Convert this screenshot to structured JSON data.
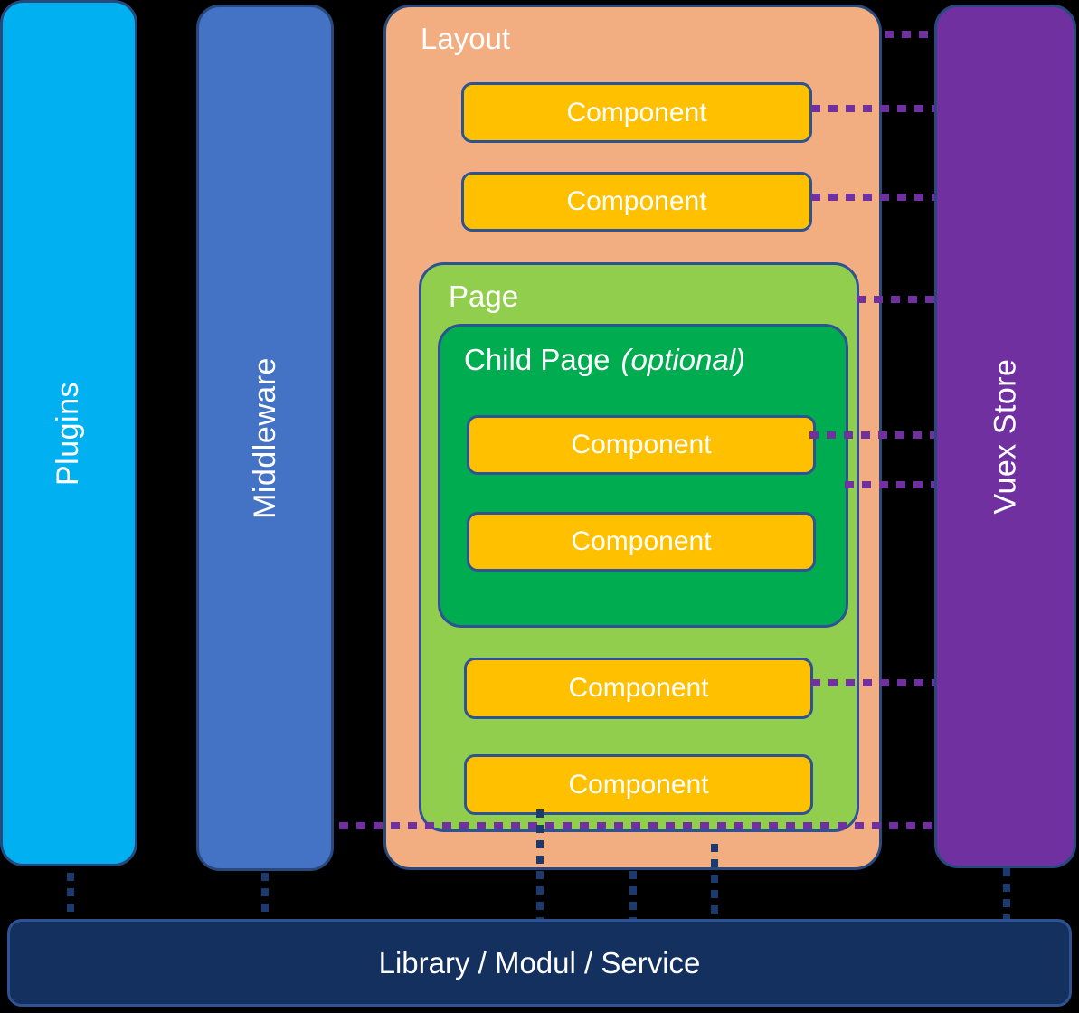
{
  "colors": {
    "background": "#000000",
    "plugins": "#00B0F0",
    "middleware": "#4472C4",
    "layout": "#F2AE81",
    "page": "#92CE4E",
    "child_page": "#00AC50",
    "component": "#FFC000",
    "vuex_store": "#7030A0",
    "library": "#13305E",
    "box_border": "#2E5395",
    "column_border": "#27497E",
    "store_connector": "#7030A0",
    "library_connector": "#1B3A70"
  },
  "labels": {
    "plugins": "Plugins",
    "middleware": "Middleware",
    "vuex_store": "Vuex Store",
    "layout": "Layout",
    "page": "Page",
    "child_page": "Child Page",
    "child_page_suffix": "(optional)",
    "library": "Library / Modul / Service"
  },
  "components": [
    {
      "label": "Component",
      "parent": "layout"
    },
    {
      "label": "Component",
      "parent": "layout"
    },
    {
      "label": "Component",
      "parent": "child_page"
    },
    {
      "label": "Component",
      "parent": "child_page"
    },
    {
      "label": "Component",
      "parent": "page"
    },
    {
      "label": "Component",
      "parent": "page"
    }
  ],
  "connections": {
    "to_vuex_store": [
      {
        "from": "layout"
      },
      {
        "from": "layout_component_1"
      },
      {
        "from": "layout_component_2"
      },
      {
        "from": "page"
      },
      {
        "from": "child_page_component_1"
      },
      {
        "from": "child_page"
      },
      {
        "from": "page_component_1"
      },
      {
        "from": "middleware"
      }
    ],
    "to_library": [
      {
        "from": "plugins"
      },
      {
        "from": "middleware"
      },
      {
        "from": "page_component_2"
      },
      {
        "from": "layout"
      },
      {
        "from": "page"
      },
      {
        "from": "vuex_store"
      }
    ]
  }
}
